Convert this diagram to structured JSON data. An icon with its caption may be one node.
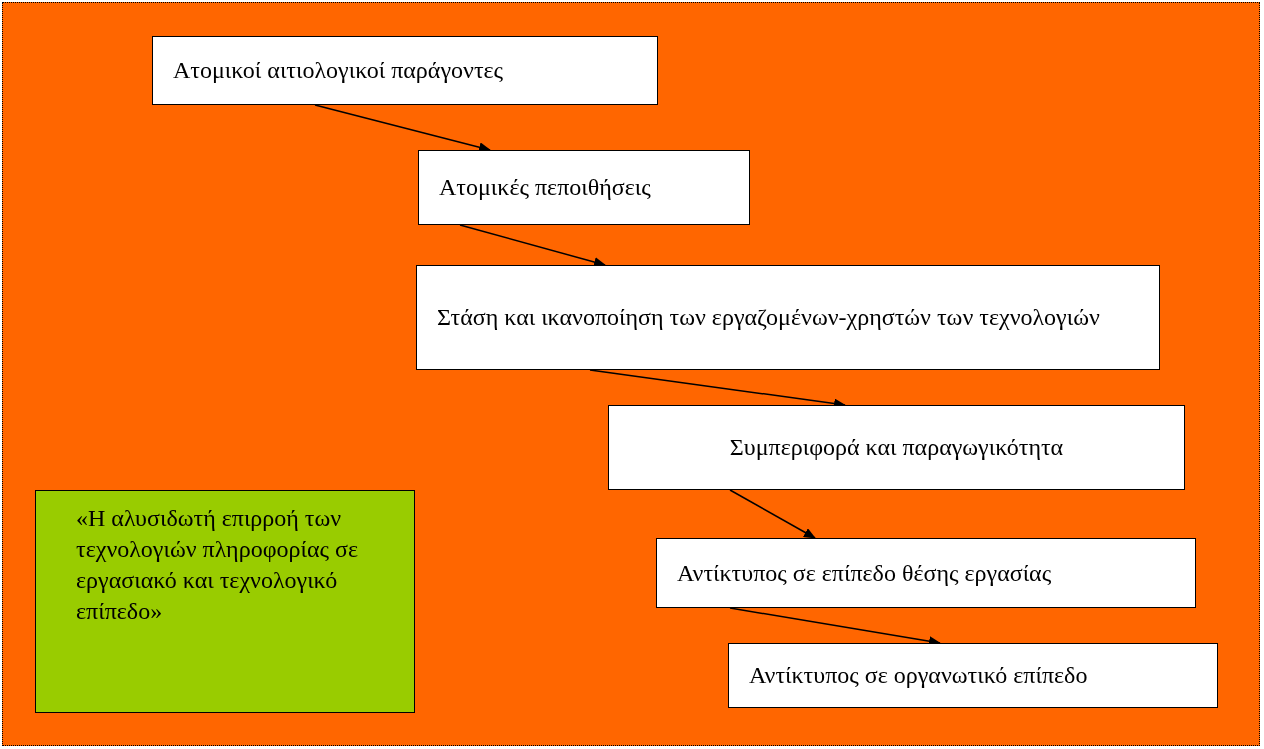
{
  "diagram": {
    "nodes": [
      {
        "text": [
          "Ατομικοί αιτιολογικοί παράγοντες"
        ]
      },
      {
        "text": [
          "Ατομικές πεποιθήσεις"
        ]
      },
      {
        "text": [
          "Στάση και ικανοποίηση των εργαζομένων-χρηστών των τεχνολογιών"
        ]
      },
      {
        "text": [
          "Συμπεριφορά και παραγωγικότητα"
        ]
      },
      {
        "text": [
          "Αντίκτυπος σε επίπεδο θέσης εργασίας"
        ]
      },
      {
        "text": [
          "Αντίκτυπος σε οργανωτικό επίπεδο"
        ]
      },
      {
        "text": [
          "«Η αλυσιδωτή επιρροή των τεχνολογιών πληροφορίας σε εργασιακό και τεχνολογικό επίπεδο»"
        ]
      }
    ],
    "edges": [
      {
        "from": 0,
        "to": 1,
        "arrow": "to"
      },
      {
        "from": 1,
        "to": 2,
        "arrow": "to"
      },
      {
        "from": 2,
        "to": 3,
        "arrow": "to"
      },
      {
        "from": 3,
        "to": 4,
        "arrow": "to"
      },
      {
        "from": 4,
        "to": 5,
        "arrow": "to"
      }
    ]
  }
}
